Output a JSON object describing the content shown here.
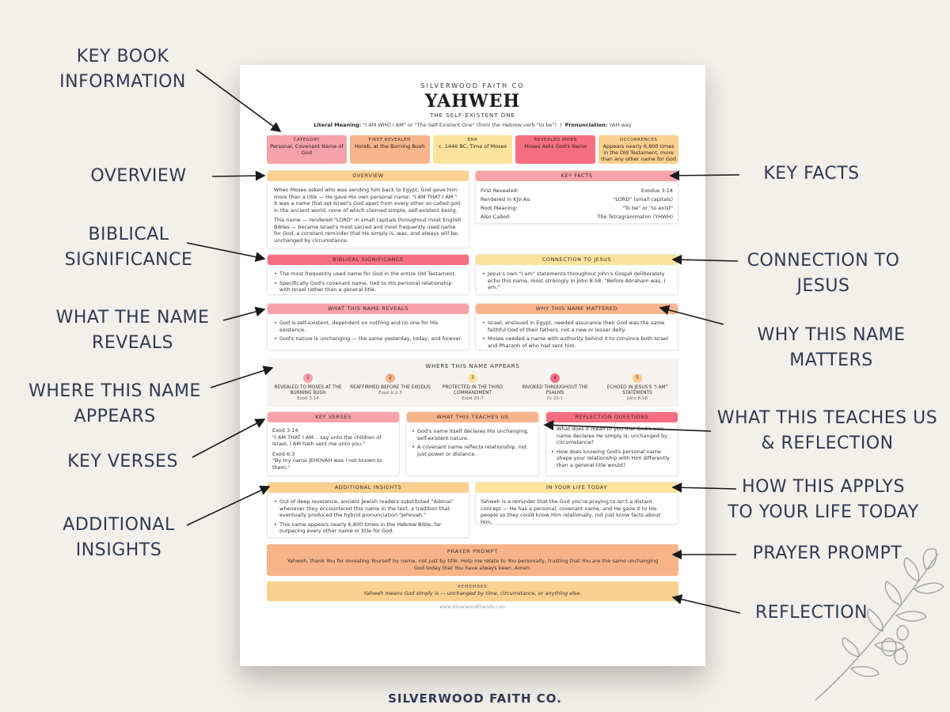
{
  "callouts": {
    "key_book_info": [
      "KEY BOOK",
      "INFORMATION"
    ],
    "overview": [
      "OVERVIEW"
    ],
    "biblical_significance": [
      "BIBLICAL",
      "SIGNIFICANCE"
    ],
    "what_name_reveals": [
      "WHAT THE NAME",
      "REVEALS"
    ],
    "where_name_appears": [
      "WHERE THIS NAME",
      "APPEARS"
    ],
    "key_verses": [
      "KEY VERSES"
    ],
    "additional_insights": [
      "ADDITIONAL",
      "INSIGHTS"
    ],
    "key_facts": [
      "KEY FACTS"
    ],
    "connection_to_jesus": [
      "CONNECTION TO",
      "JESUS"
    ],
    "why_name_matters": [
      "WHY THIS NAME",
      "MATTERS"
    ],
    "teaches_reflection": [
      "WHAT THIS TEACHES US",
      "& REFLECTION"
    ],
    "life_today": [
      "HOW THIS APPLYS",
      "TO YOUR LIFE TODAY"
    ],
    "prayer_prompt": [
      "PRAYER PROMPT"
    ],
    "reflection": [
      "REFLECTION"
    ]
  },
  "footer_brand": "SILVERWOOD FAITH CO.",
  "sheet": {
    "brand": "SILVERWOOD FAITH CO",
    "title": "YAHWEH",
    "subtitle": "THE SELF-EXISTENT ONE",
    "literal_label": "Literal Meaning:",
    "literal_value": "\"I AM WHO I AM\" or \"The Self-Existent One\" (from the Hebrew verb \"to be\")",
    "pron_label": "Pronunciation:",
    "pron_value": "YAH-way",
    "categories": [
      {
        "title": "CATEGORY",
        "value": "Personal, Covenant Name of God",
        "color": "#f7a1a8"
      },
      {
        "title": "FIRST REVEALED",
        "value": "Horeb, at the Burning Bush",
        "color": "#f8b48c"
      },
      {
        "title": "ERA",
        "value": "c. 1446 BC, Time of Moses",
        "color": "#fbe39c"
      },
      {
        "title": "REVEALED WHEN",
        "value": "Moses Asks God's Name",
        "color": "#f66f80"
      },
      {
        "title": "OCCURRENCES",
        "value": "Appears nearly 6,800 times in the Old Testament, more than any other name for God",
        "color": "#fcd08f"
      }
    ],
    "overview": {
      "title": "OVERVIEW",
      "p1": "When Moses asked who was sending him back to Egypt, God gave him more than a title — He gave His own personal name: \"I AM THAT I AM.\" It was a name that set Israel's God apart from every other so-called god in the ancient world, none of which claimed simple, self-existent being.",
      "p2": "This name — rendered \"LORD\" in small capitals throughout most English Bibles — became Israel's most sacred and most frequently used name for God, a constant reminder that He simply is, was, and always will be, unchanged by circumstance."
    },
    "key_facts": {
      "title": "KEY FACTS",
      "rows": [
        {
          "label": "First Revealed:",
          "value": "Exodus 3:14"
        },
        {
          "label": "Rendered in KJV As:",
          "value": "\"LORD\" (small capitals)"
        },
        {
          "label": "Root Meaning:",
          "value": "\"To be\" or \"to exist\""
        },
        {
          "label": "Also Called:",
          "value": "The Tetragrammaton (YHWH)"
        }
      ]
    },
    "biblical_significance": {
      "title": "BIBLICAL SIGNIFICANCE",
      "items": [
        "The most frequently used name for God in the entire Old Testament.",
        "Specifically God's covenant name, tied to His personal relationship with Israel rather than a general title."
      ]
    },
    "connection_to_jesus": {
      "title": "CONNECTION TO JESUS",
      "items": [
        "Jesus's own \"I am\" statements throughout John's Gospel deliberately echo this name, most strikingly in John 8:58: \"Before Abraham was, I am.\""
      ]
    },
    "name_reveals": {
      "title": "WHAT THIS NAME REVEALS",
      "items": [
        "God is self-existent, dependent on nothing and no one for His existence.",
        "God's nature is unchanging — the same yesterday, today, and forever."
      ]
    },
    "name_mattered": {
      "title": "WHY THIS NAME MATTERED",
      "items": [
        "Israel, enslaved in Egypt, needed assurance their God was the same faithful God of their fathers, not a new or lesser deity.",
        "Moses needed a name with authority behind it to convince both Israel and Pharaoh of who had sent him."
      ]
    },
    "appears": {
      "title": "WHERE THIS NAME APPEARS",
      "items": [
        {
          "num": "1",
          "label": "REVEALED TO MOSES AT THE BURNING BUSH",
          "ref": "Exod 3:14",
          "color": "#f7a1a8"
        },
        {
          "num": "2",
          "label": "REAFFIRMED BEFORE THE EXODUS",
          "ref": "Exod 6:2-3",
          "color": "#f8b48c"
        },
        {
          "num": "3",
          "label": "PROTECTED IN THE THIRD COMMANDMENT",
          "ref": "Exod 20:7",
          "color": "#fbe39c"
        },
        {
          "num": "4",
          "label": "INVOKED THROUGHOUT THE PSALMS",
          "ref": "Ps 23:1",
          "color": "#f66f80"
        },
        {
          "num": "5",
          "label": "ECHOED IN JESUS'S \"I AM\" STATEMENTS",
          "ref": "John 8:58",
          "color": "#fcd08f"
        }
      ]
    },
    "key_verses": {
      "title": "KEY VERSES",
      "verses": [
        {
          "ref": "Exod 3:14",
          "text": "\"I AM THAT I AM... say unto the children of Israel, I AM hath sent me unto you.\""
        },
        {
          "ref": "Exod 6:3",
          "text": "\"By my name JEHOVAH was I not known to them.\""
        }
      ]
    },
    "teaches": {
      "title": "WHAT THIS TEACHES US",
      "items": [
        "God's name itself declares His unchanging, self-existent nature.",
        "A covenant name reflects relationship, not just power or distance."
      ]
    },
    "reflection": {
      "title": "REFLECTION QUESTIONS",
      "items": [
        "What does it mean to you that God's own name declares He simply is, unchanged by circumstance?",
        "How does knowing God's personal name shape your relationship with Him differently than a general title would?"
      ]
    },
    "insights": {
      "title": "ADDITIONAL INSIGHTS",
      "items": [
        "Out of deep reverence, ancient Jewish readers substituted \"Adonai\" whenever they encountered this name in the text, a tradition that eventually produced the hybrid pronunciation \"Jehovah.\"",
        "This name appears nearly 6,800 times in the Hebrew Bible, far outpacing every other name or title for God."
      ]
    },
    "life_today": {
      "title": "IN YOUR LIFE TODAY",
      "text": "Yahweh is a reminder that the God you're praying to isn't a distant concept — He has a personal, covenant name, and He gave it to His people so they could know Him relationally, not just know facts about Him."
    },
    "prayer": {
      "title": "PRAYER PROMPT",
      "text": "Yahweh, thank You for revealing Yourself by name, not just by title. Help me relate to You personally, trusting that You are the same unchanging God today that You have always been. Amen."
    },
    "remember": {
      "title": "REMEMBER",
      "text": "Yahweh means God simply is — unchanged by time, circumstance, or anything else."
    },
    "site": "www.silverwoodfriends.com"
  },
  "colors": {
    "pink": "#f7a1a8",
    "peach": "#f8b48c",
    "yellow": "#fbe39c",
    "coral": "#f66f80",
    "orange": "#fcd08f",
    "navy": "#2f3a52"
  }
}
